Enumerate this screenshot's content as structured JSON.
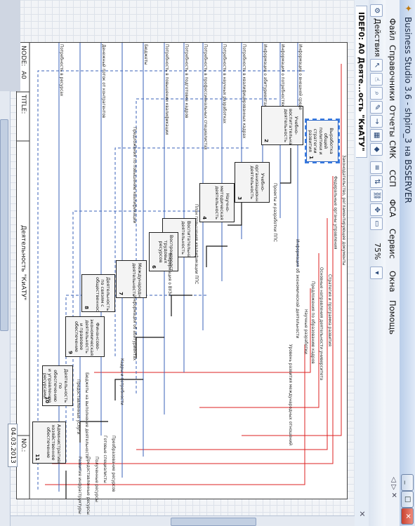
{
  "window": {
    "title": "Business Studio 3.6 - shpiro_3 на BSSERVER",
    "buttons": {
      "minimize": "_",
      "maximize": "□",
      "close": "✕"
    }
  },
  "menu": [
    "Файл",
    "Справочники",
    "Отчеты",
    "СМК",
    "ССП",
    "ФСА",
    "Сервис",
    "Окна",
    "Помощь"
  ],
  "toolbar": {
    "actions_label": "Действия",
    "zoom": "75%"
  },
  "doc_tab": {
    "title": "IDEF0: A0 Деяте...ость \"КиАТУ\""
  },
  "sheet": {
    "node_label": "NODE:",
    "node_value": "A0",
    "title_label": "TITLE:",
    "title_value": "Деятельность \"КиАТУ\"",
    "no_label": "NO.:"
  },
  "date": "04.03.2013",
  "boxes": [
    {
      "num": "1",
      "text": "Выработка общей политики и стратегии развития"
    },
    {
      "num": "2",
      "text": "Учебно-воспитательная деятельность"
    },
    {
      "num": "3",
      "text": "Учебно-организационная деятельность"
    },
    {
      "num": "4",
      "text": "Научно-методическая деятельность"
    },
    {
      "num": "5",
      "text": "Воспитательная деятельность"
    },
    {
      "num": "6",
      "text": "Воспроизводство трудовых ресурсов"
    },
    {
      "num": "7",
      "text": "Международная деятельность"
    },
    {
      "num": "8",
      "text": "Деятельность по связям с общественностью"
    },
    {
      "num": "9",
      "text": "Финансово-экономическая деятельность и правовое обеспечение"
    },
    {
      "num": "10",
      "text": "Деятельность по обеспечению и управлению ресурсами"
    },
    {
      "num": "11",
      "text": "Административно-хозяйственное обеспечение"
    }
  ],
  "labels": {
    "controls_top": [
      "Законодательство, регламентирующее документы",
      "Федеральные органы управления",
      "Стратегия и программа развития",
      "Основные направления деятельности университета",
      "Предложения по образованию кадров",
      "Научные разработки",
      "Информация об экономической деятельности",
      "Уровень развития международных отношений"
    ],
    "inputs_left": [
      "Информация о внешней среде",
      "Информация о потребностях",
      "Информация о абитуриентах",
      "Потребность в квалифицированных кадрах",
      "Потребность в научных разработках",
      "Потребность в профессиональных специалистах",
      "Потребность в подготовке кадров",
      "Потребность в повышении квалификации",
      "Бюджеты",
      "Денежный поток от контрагентов",
      "Потребность в ресурсах"
    ],
    "internal": [
      "Проекты и разработки ППС",
      "План повышения квалификации ППС",
      "Информация о ВУЗе",
      "Предложения по повышению квалификации",
      "Информация об абитуриентах",
      "Кадры и потребности",
      "Бюджеты на выполнение деятельности",
      "Предоставленные услуги"
    ],
    "outputs_right": [
      "Преобразование ресурсов",
      "Готовые специалисты",
      "Полученные ресурсы",
      "Предоставленные ресурсы",
      "Развитие инфраструктуры"
    ]
  },
  "icons": [
    "app-icon",
    "select-arrow-icon",
    "pointer-icon",
    "zoom-icon",
    "pencil-icon",
    "arrow-icon",
    "grid-icon",
    "diamond-icon"
  ]
}
